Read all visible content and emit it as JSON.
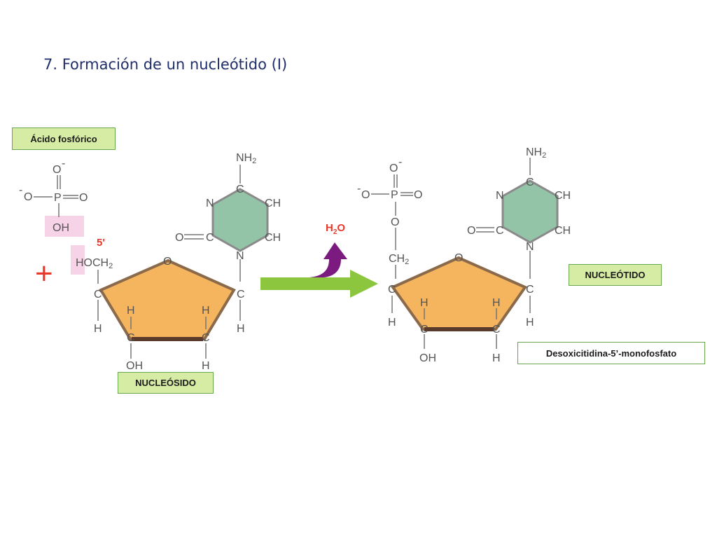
{
  "title": "7. Formación de un nucleótido (I)",
  "labels": {
    "acid": "Ácido fosfórico",
    "nucleoside": "NUCLEÓSIDO",
    "nucleotide": "NUCLEÓTIDO",
    "product_name": "Desoxicitidina-5’-monofosfato"
  },
  "reaction": {
    "plus": "+",
    "carbon_position": "5'",
    "water_main": "H",
    "water_sub": "2",
    "water_tail": "O"
  },
  "phosphate": {
    "o_top": "O",
    "charge": "-",
    "o_left": "O",
    "p": "P",
    "o_right": "O",
    "oh": "OH",
    "ch2": "CH",
    "ch2_sub": "2",
    "o_link": "O"
  },
  "base": {
    "nh2": "NH",
    "nh2_sub": "2",
    "c": "C",
    "n": "N",
    "ch": "CH",
    "o": "O"
  },
  "sugar": {
    "hoch2": "HOCH",
    "hoch2_sub": "2",
    "o": "O",
    "c": "C",
    "h": "H",
    "oh": "OH"
  },
  "colors": {
    "sugar": "#f5b55e",
    "base": "#93c4a8",
    "green_arrow": "#8cc63f",
    "water_arrow": "#7b1a7f",
    "plus": "#e8392b",
    "five_prime": "#e8392b",
    "water_text": "#e8392b",
    "highlight": "#f7d3e8",
    "label_fill": "#d6eba4"
  }
}
